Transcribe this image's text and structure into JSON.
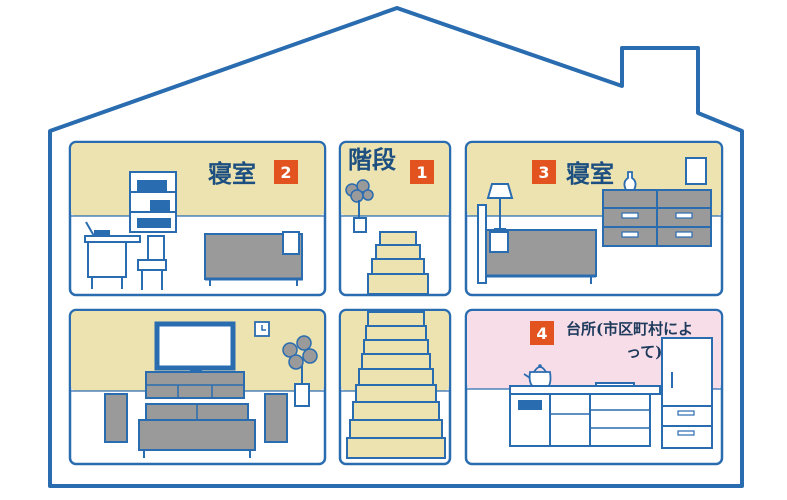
{
  "colors": {
    "outline": "#2a6cb0",
    "wall_beige": "#ece3b0",
    "wall_pink": "#f7dde8",
    "floor": "#ffffff",
    "furniture_gray": "#9a9a9a",
    "badge": "#e2531f",
    "label": "#1d4f80"
  },
  "rooms": {
    "bedroom_left": {
      "label": "寝室",
      "badge": "2"
    },
    "stairs_top": {
      "label": "階段",
      "badge": "1"
    },
    "bedroom_right": {
      "badge": "3",
      "label": "寝室"
    },
    "living": {},
    "stairs_bottom": {},
    "kitchen": {
      "badge": "4",
      "note_line1": "台所(市区町村によ",
      "note_line2": "って)"
    }
  },
  "icons": [
    "house-outline-icon",
    "bookshelf-icon",
    "desk-icon",
    "chair-icon",
    "bed-icon",
    "plant-icon",
    "staircase-icon",
    "lamp-icon",
    "dresser-icon",
    "vase-icon",
    "picture-frame-icon",
    "tv-icon",
    "tv-stand-icon",
    "clock-icon",
    "sofa-icon",
    "kettle-icon",
    "stove-icon",
    "refrigerator-icon",
    "kitchen-counter-icon"
  ]
}
